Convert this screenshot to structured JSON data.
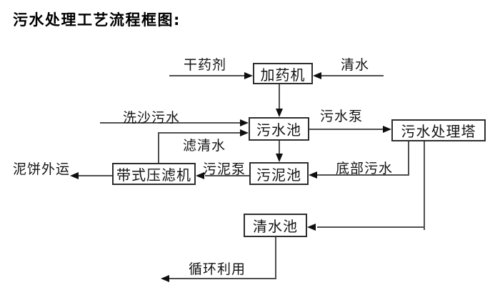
{
  "title": "污水处理工艺流程框图:",
  "diagram": {
    "nodes": {
      "dosing_machine": "加药机",
      "sewage_pool": "污水池",
      "treatment_tower": "污水处理塔",
      "sludge_pool": "污泥池",
      "belt_filter_press": "带式压滤机",
      "clear_water_pool": "清水池"
    },
    "edge_labels": {
      "dry_agent": "干药剂",
      "clear_water": "清水",
      "sand_washing_sewage": "洗沙污水",
      "filtered_water": "滤清水",
      "sewage_pump": "污水泵",
      "bottom_sewage": "底部污水",
      "sludge_pump": "污泥泵",
      "mud_cake_out": "泥饼外运",
      "recycle_use": "循环利用"
    },
    "colors": {
      "background": "#ffffff",
      "box_border": "#2e2e2e",
      "line": "#4f4f4f",
      "arrowhead": "#0f0f0f",
      "text": "#141414"
    }
  }
}
